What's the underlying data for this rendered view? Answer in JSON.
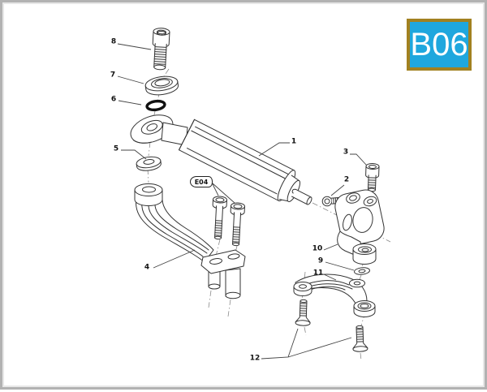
{
  "page_code": {
    "label": "B06",
    "background": "#1fa7de",
    "border_color": "#a28120",
    "text_color": "#ffffff"
  },
  "diagram": {
    "reference_chip": {
      "label": "E04"
    },
    "callouts": [
      {
        "number": "1"
      },
      {
        "number": "2"
      },
      {
        "number": "3"
      },
      {
        "number": "4"
      },
      {
        "number": "5"
      },
      {
        "number": "6"
      },
      {
        "number": "7"
      },
      {
        "number": "8"
      },
      {
        "number": "9"
      },
      {
        "number": "10"
      },
      {
        "number": "11"
      },
      {
        "number": "12"
      }
    ]
  }
}
